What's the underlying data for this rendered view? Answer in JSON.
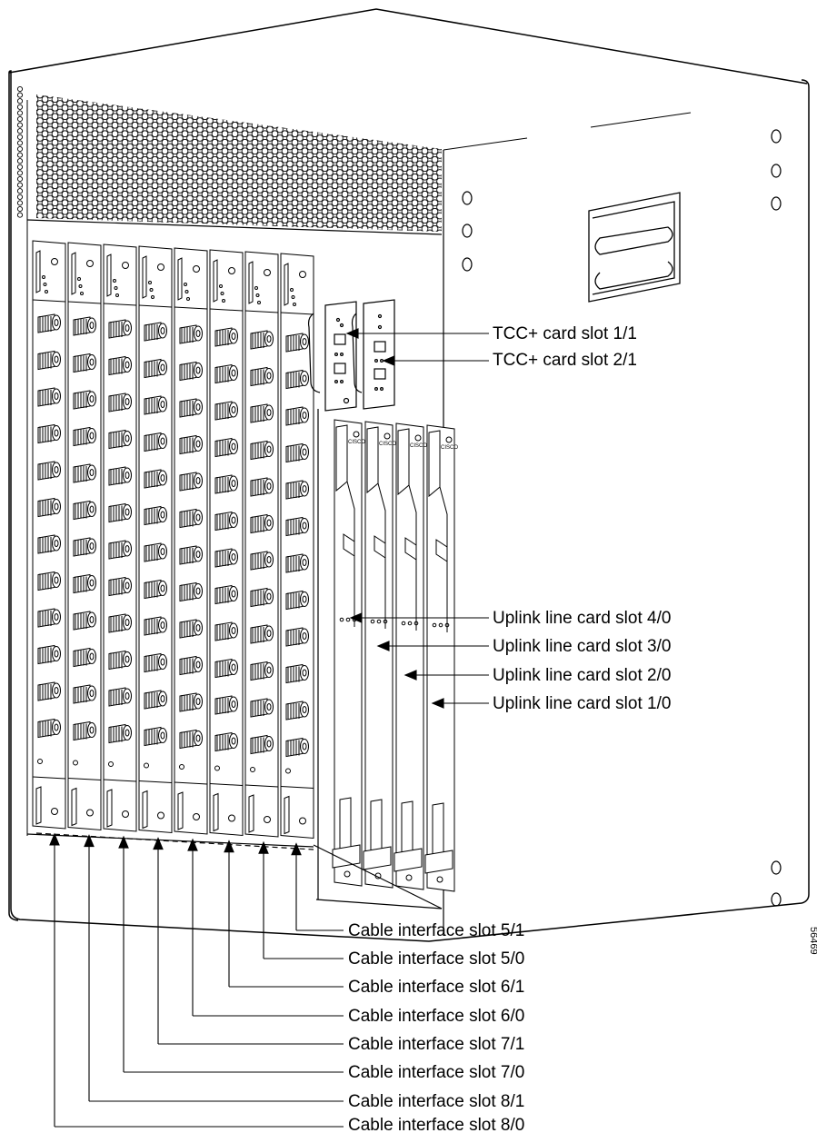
{
  "figure": {
    "figure_number": "56469",
    "callouts": {
      "tcc_1_1": "TCC+ card slot 1/1",
      "tcc_2_1": "TCC+ card slot 2/1",
      "uplink_4_0": "Uplink line card slot 4/0",
      "uplink_3_0": "Uplink line card slot 3/0",
      "uplink_2_0": "Uplink line card slot 2/0",
      "uplink_1_0": "Uplink line card slot 1/0",
      "cable_5_1": "Cable interface slot 5/1",
      "cable_5_0": "Cable interface slot 5/0",
      "cable_6_1": "Cable interface slot 6/1",
      "cable_6_0": "Cable interface slot 6/0",
      "cable_7_1": "Cable interface slot 7/1",
      "cable_7_0": "Cable interface slot 7/0",
      "cable_8_1": "Cable interface slot 8/1",
      "cable_8_0": "Cable interface slot 8/0"
    },
    "uplink_card_brand": "CISCO"
  }
}
